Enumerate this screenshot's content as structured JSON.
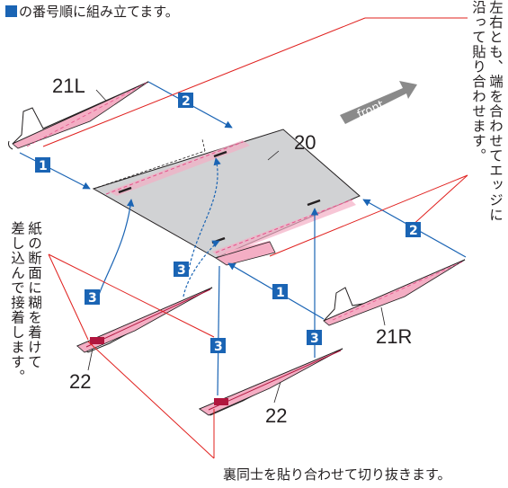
{
  "header": {
    "text": "の番号順に組み立てます。"
  },
  "instruction_right": {
    "line1": "左右とも、端を合わせてエッジに",
    "line2": "沿って貼り合わせます。"
  },
  "instruction_left": {
    "line1": "紙の断面に糊を着けて",
    "line2": "差し込んで接着します。"
  },
  "bottom_note": "裏同士を貼り合わせて切り抜きます。",
  "front_label": "front",
  "parts": {
    "center": "20",
    "left_wing": "21L",
    "right_wing": "21R",
    "fin_a": "22",
    "fin_b": "22"
  },
  "steps": {
    "one": "1",
    "two": "2",
    "three": "3"
  },
  "colors": {
    "step_box": "#1a64b4",
    "arrow_line": "#1a64b4",
    "leader_line": "#e0201e",
    "glue_area": "#f4aec4",
    "gray_panel": "#d1d2d4",
    "front_arrow": "#8a8a8a"
  }
}
